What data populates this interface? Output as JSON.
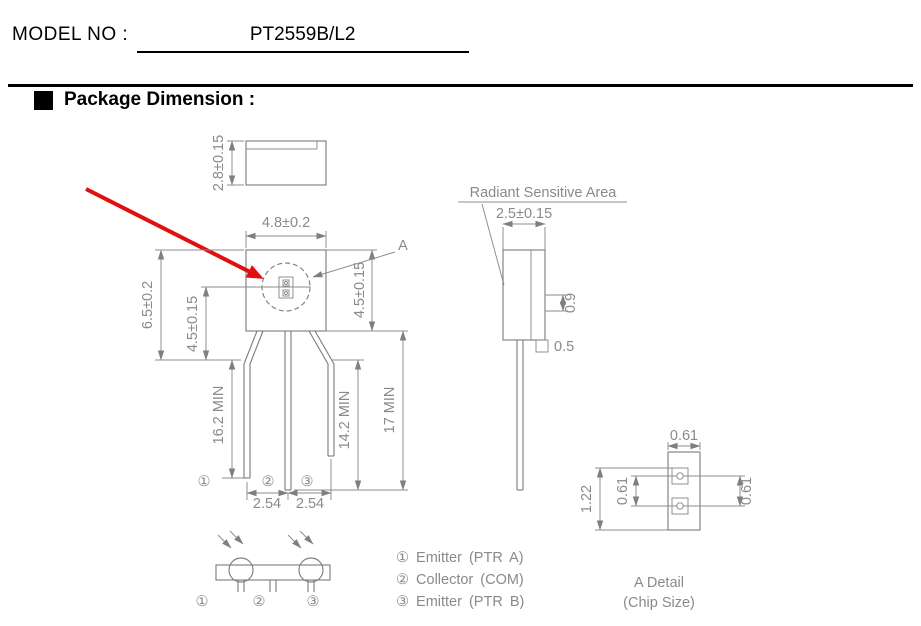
{
  "header": {
    "model_label": "MODEL NO :",
    "model_value": "PT2559B/L2",
    "section_title": "Package Dimension :"
  },
  "drawing": {
    "colors": {
      "line": "#7f7f7f",
      "text": "#8a8a8a",
      "red_arrow": "#e01010"
    },
    "top_view": {
      "thickness": "2.8±0.15"
    },
    "front_view": {
      "width": "4.8±0.2",
      "height": "6.5±0.2",
      "lens_center": "4.5±0.15",
      "body_height": "4.5±0.15",
      "detail_mark": "A",
      "lead_left": "16.2 MIN",
      "lead_middle": "14.2 MIN",
      "lead_right": "17 MIN",
      "pitch_left": "2.54",
      "pitch_right": "2.54",
      "pin1": "①",
      "pin2": "②",
      "pin3": "③"
    },
    "side_view": {
      "label": "Radiant Sensitive Area",
      "area_width": "2.5±0.15",
      "window_depth": "0.9",
      "lead_square": "0.5"
    },
    "bottom_view": {
      "pin1": "①",
      "pin2": "②",
      "pin3": "③"
    },
    "legend": [
      "① Emitter (PTR A)",
      "② Collector (COM)",
      "③ Emitter (PTR B)"
    ],
    "chip_detail": {
      "width": "0.61",
      "total_height": "1.22",
      "pad_pitch_left": "0.61",
      "pad_pitch_right": "0.61",
      "title": "A Detail",
      "subtitle": "(Chip Size)"
    }
  }
}
